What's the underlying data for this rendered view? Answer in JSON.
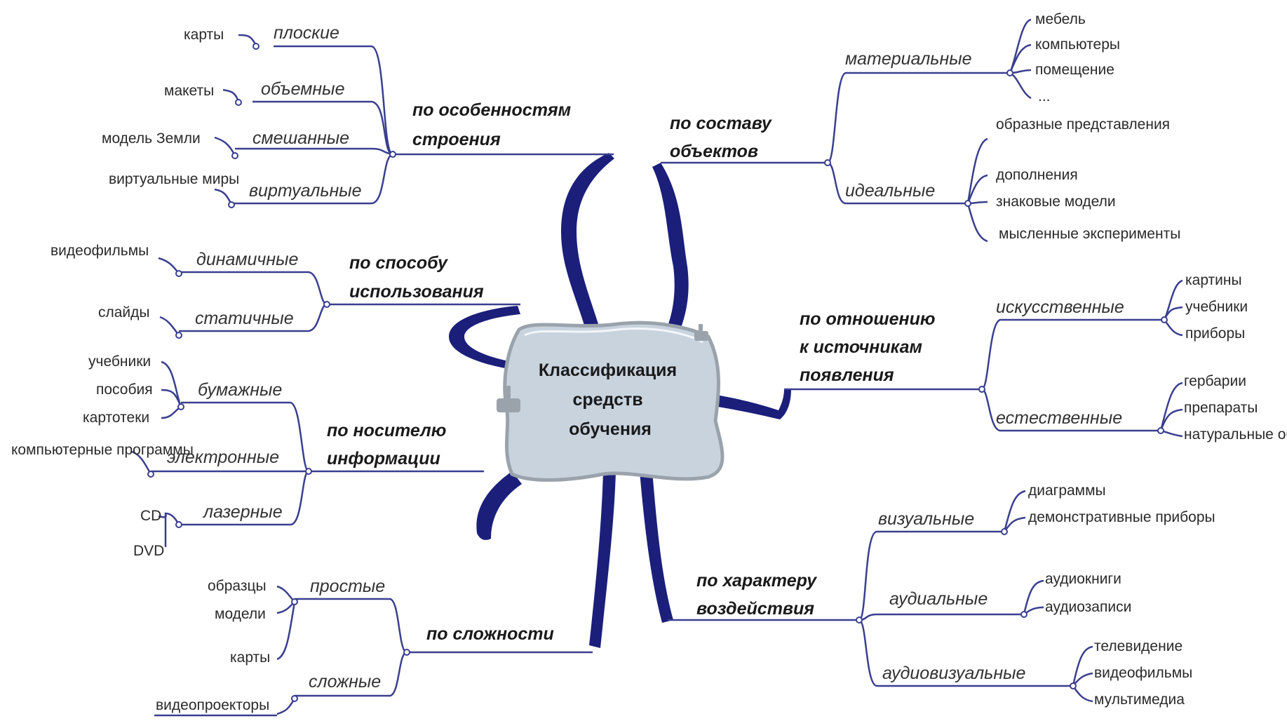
{
  "center": {
    "lines": [
      "Классификация",
      "средств",
      "обучения"
    ]
  },
  "branches": {
    "stroenie": {
      "lines": [
        "по особенностям",
        "строения"
      ],
      "subs": [
        {
          "label": "плоские",
          "leaves": [
            "карты"
          ]
        },
        {
          "label": "объемные",
          "leaves": [
            "макеты"
          ]
        },
        {
          "label": "смешанные",
          "leaves": [
            "модель Земли"
          ]
        },
        {
          "label": "виртуальные",
          "leaves": [
            "виртуальные миры"
          ]
        }
      ]
    },
    "sposob": {
      "lines": [
        "по способу",
        "использования"
      ],
      "subs": [
        {
          "label": "динамичные",
          "leaves": [
            "видеофильмы"
          ]
        },
        {
          "label": "статичные",
          "leaves": [
            "слайды"
          ]
        }
      ]
    },
    "nositel": {
      "lines": [
        "по носителю",
        "информации"
      ],
      "subs": [
        {
          "label": "бумажные",
          "leaves": [
            "учебники",
            "пособия",
            "картотеки"
          ]
        },
        {
          "label": "электронные",
          "leaves": [
            "компьютерные программы"
          ]
        },
        {
          "label": "лазерные",
          "leaves": [
            "CD",
            "DVD"
          ]
        }
      ]
    },
    "slozhnost": {
      "lines": [
        "по сложности"
      ],
      "subs": [
        {
          "label": "простые",
          "leaves": [
            "образцы",
            "модели",
            "карты"
          ]
        },
        {
          "label": "сложные",
          "leaves": [
            "видеопроекторы"
          ]
        }
      ]
    },
    "sostav": {
      "lines": [
        "по составу",
        "объектов"
      ],
      "subs": [
        {
          "label": "материальные",
          "leaves": [
            "мебель",
            "компьютеры",
            "помещение",
            "..."
          ]
        },
        {
          "label": "идеальные",
          "leaves": [
            "образные представления",
            "дополнения",
            "знаковые модели",
            "мысленные эксперименты"
          ]
        }
      ]
    },
    "otnoshenie": {
      "lines": [
        "по отношению",
        "к источникам",
        "появления"
      ],
      "subs": [
        {
          "label": "искусственные",
          "leaves": [
            "картины",
            "учебники",
            "приборы"
          ]
        },
        {
          "label": "естественные",
          "leaves": [
            "гербарии",
            "препараты",
            "натуральные объекты"
          ]
        }
      ]
    },
    "harakter": {
      "lines": [
        "по характеру",
        "воздействия"
      ],
      "subs": [
        {
          "label": "визуальные",
          "leaves": [
            "диаграммы",
            "демонстративные приборы"
          ]
        },
        {
          "label": "аудиальные",
          "leaves": [
            "аудиокниги",
            "аудиозаписи"
          ]
        },
        {
          "label": "аудиовизуальные",
          "leaves": [
            "телевидение",
            "видеофильмы",
            "мультимедиа"
          ]
        }
      ]
    }
  },
  "colors": {
    "trunk": "#1b1f7a",
    "branch": "#3a3f8f",
    "center_fill": "#c8d3de",
    "center_stroke": "#9aa3ac"
  }
}
